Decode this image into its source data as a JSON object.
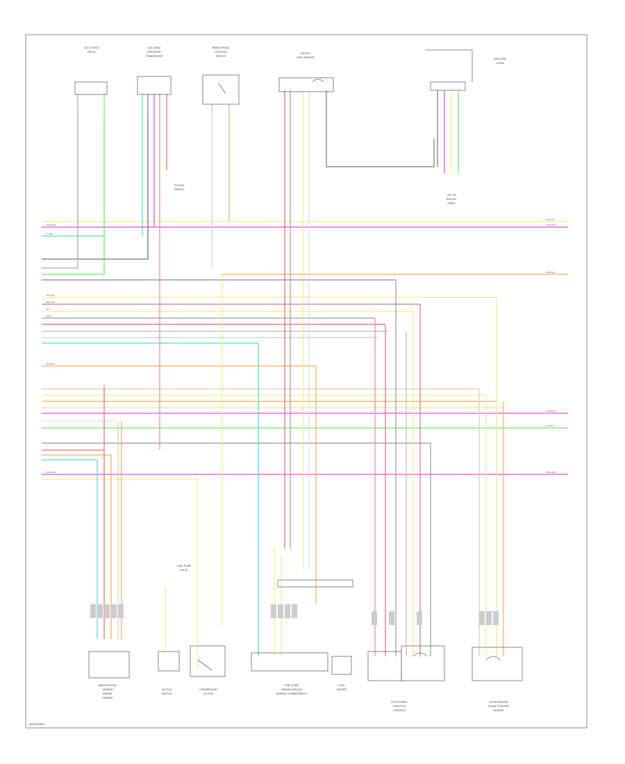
{
  "diagram_id": "W0196 3D3",
  "wires": {
    "pink_w_white": "PINK/WHT",
    "lt_green": "LT GRN",
    "yellow": "YELLOW",
    "red_yel": "RED/YEL",
    "orange": "ORANGE",
    "tan": "TAN",
    "gray": "GRAY"
  }
}
